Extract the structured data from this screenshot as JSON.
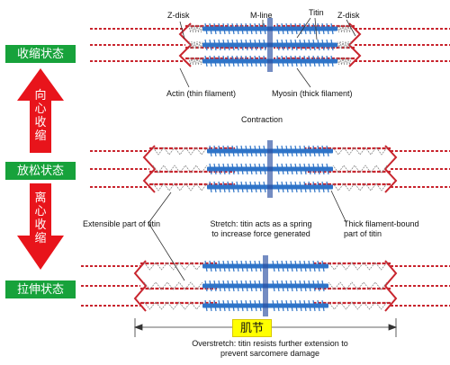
{
  "states": {
    "contracted": "收缩状态",
    "relaxed": "放松状态",
    "stretched": "拉伸状态"
  },
  "arrows": {
    "concentric": "向心收缩",
    "eccentric": "离心收缩"
  },
  "labels": {
    "z_disk_left": "Z-disk",
    "m_line": "M-line",
    "titin": "Titin",
    "z_disk_right": "Z-disk",
    "actin": "Actin (thin filament)",
    "myosin": "Myosin (thick filament)",
    "contraction": "Contraction",
    "extensible": "Extensible part of titin",
    "stretch_1": "Stretch: titin acts as a spring",
    "stretch_2": "to increase force generated",
    "thick_bound_1": "Thick filament-bound",
    "thick_bound_2": "part of titin",
    "overstretch_1": "Overstretch: titin resists further extension to",
    "overstretch_2": "prevent sarcomere damage"
  },
  "sarcomere_label": "肌节",
  "colors": {
    "state_box": "#17a23b",
    "arrow": "#e8141b",
    "actin": "#c8252e",
    "myosin": "#2f74c8",
    "titin": "#888888",
    "m_line": "#2a4fa0",
    "highlight": "#ffff00"
  }
}
